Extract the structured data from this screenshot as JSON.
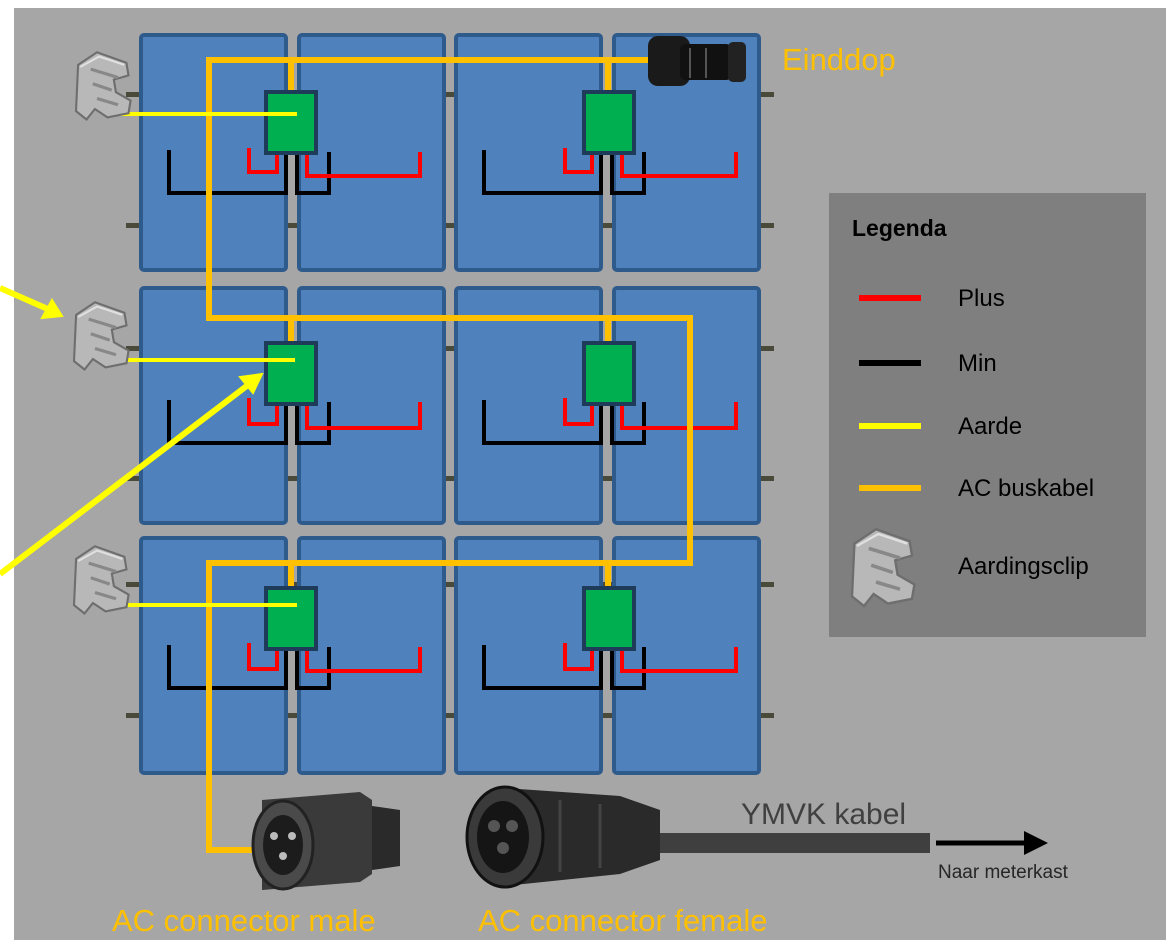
{
  "labels": {
    "einddop": "Einddop",
    "ac_connector_male": "AC connector male",
    "ac_connector_female": "AC connector female",
    "ymvk_kabel": "YMVK kabel",
    "naar_meterkast": "Naar meterkast"
  },
  "legend": {
    "title": "Legenda",
    "items": [
      {
        "label": "Plus",
        "color": "#ff0000"
      },
      {
        "label": "Min",
        "color": "#000000"
      },
      {
        "label": "Aarde",
        "color": "#ffff00"
      },
      {
        "label": "AC buskabel",
        "color": "#ffc000"
      },
      {
        "label": "Aardingsclip",
        "icon": "grounding-clip-icon"
      }
    ]
  },
  "colors": {
    "background": "#a6a6a6",
    "panel": "#4f81bd",
    "panel_border": "#2e5a8c",
    "microinverter": "#00b050",
    "legend_box": "#7f7f7f",
    "plus": "#ff0000",
    "min": "#000000",
    "aarde": "#ffff00",
    "ac_bus": "#ffc000"
  }
}
